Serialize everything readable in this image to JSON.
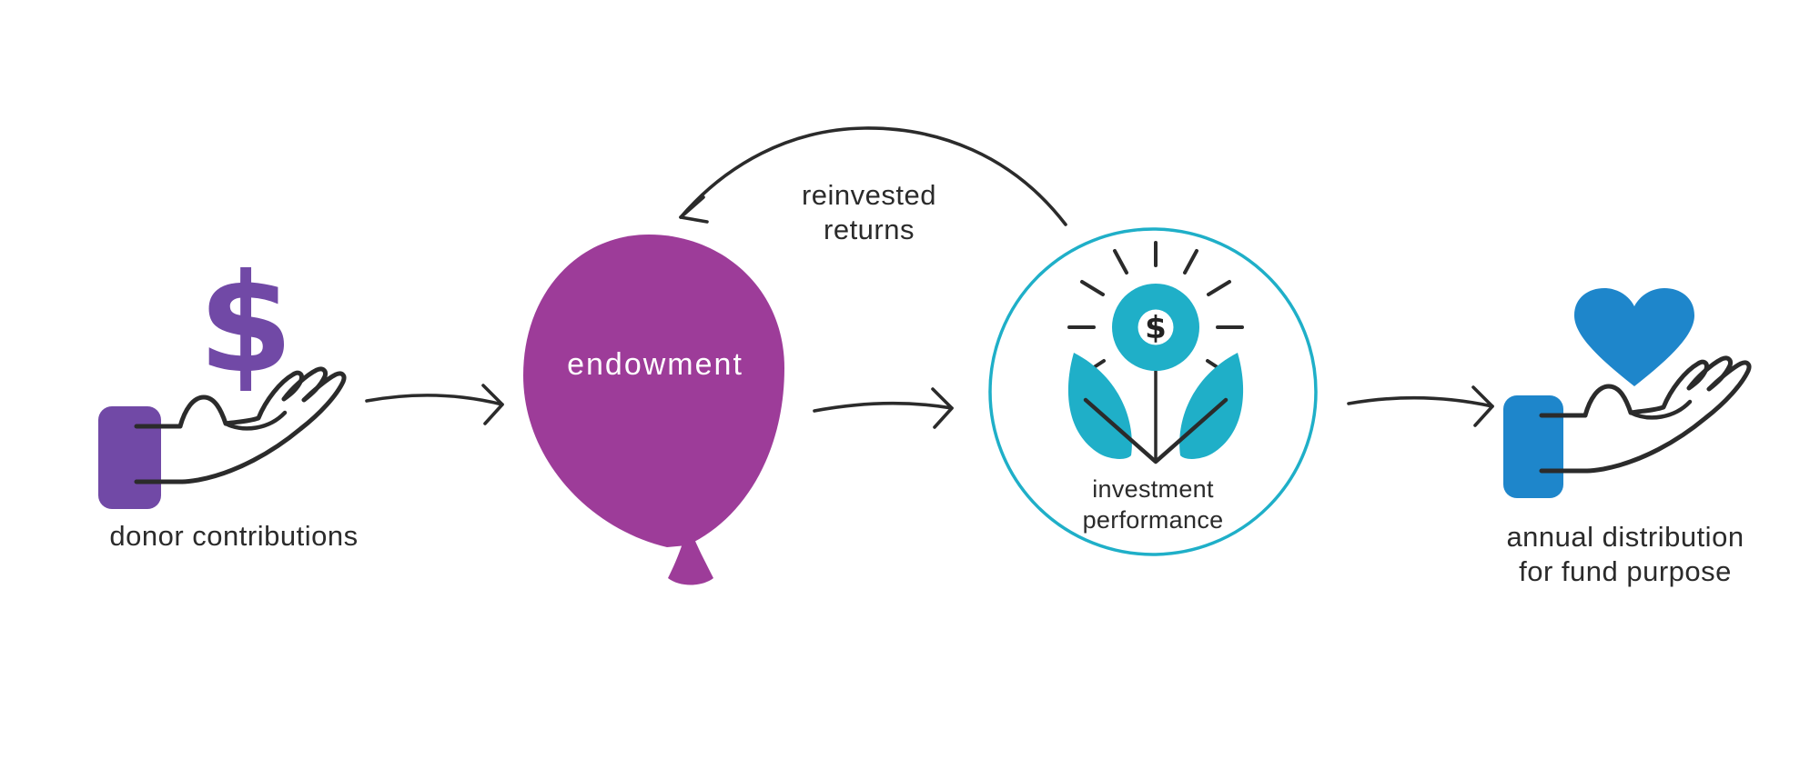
{
  "colors": {
    "violet": "#7149A6",
    "magenta": "#9D3C99",
    "teal": "#1FAFC8",
    "blue": "#1E86CB",
    "ink": "#2B2B2B",
    "background": "#FFFFFF"
  },
  "nodes": {
    "donor": {
      "label": "donor contributions",
      "currency_symbol": "$"
    },
    "endowment": {
      "label": "endowment"
    },
    "investment": {
      "label": "investment\nperformance",
      "currency_symbol": "$"
    },
    "distribution": {
      "label": "annual distribution\nfor fund purpose"
    }
  },
  "edges": {
    "reinvested": {
      "label": "reinvested\nreturns"
    }
  }
}
